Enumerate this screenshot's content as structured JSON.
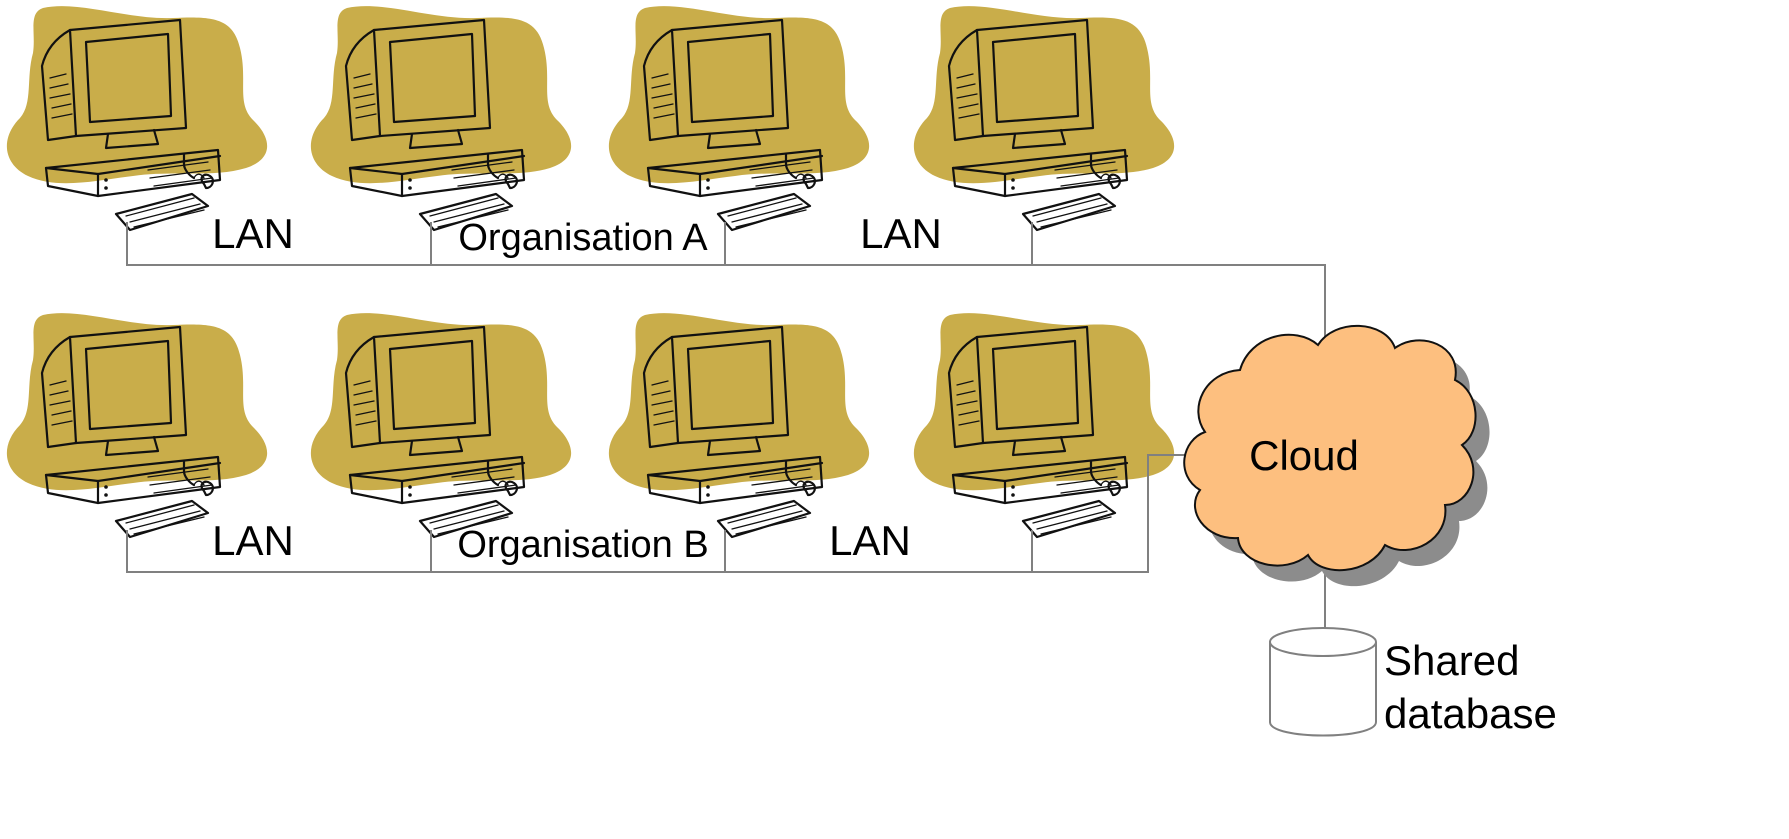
{
  "labels": {
    "lan": "LAN",
    "organisation_a": "Organisation A",
    "organisation_b": "Organisation B",
    "cloud": "Cloud",
    "database_line1": "Shared",
    "database_line2": "database"
  },
  "colors": {
    "computer_blob": "#C9AD4A",
    "cloud_fill": "#FDBF7F",
    "cloud_shadow": "#8C8C8C",
    "wire": "#808080"
  },
  "icons": {
    "computer": "desktop-computer-icon",
    "cloud": "cloud-icon",
    "database": "database-cylinder-icon"
  }
}
